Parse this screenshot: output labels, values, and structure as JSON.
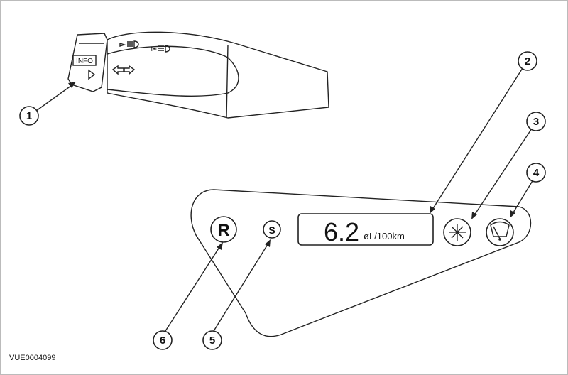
{
  "stalk": {
    "info_label": "INFO"
  },
  "display": {
    "value": "6.2",
    "unit": "øL/100km"
  },
  "buttons": {
    "reset": "R",
    "select": "S"
  },
  "icons": [
    "snowflake-icon",
    "windscreen-wiper-icon",
    "turn-signal-arrows-icon",
    "headlamp-icon"
  ],
  "callouts": [
    "1",
    "2",
    "3",
    "4",
    "5",
    "6"
  ],
  "reference": "VUE0004099"
}
